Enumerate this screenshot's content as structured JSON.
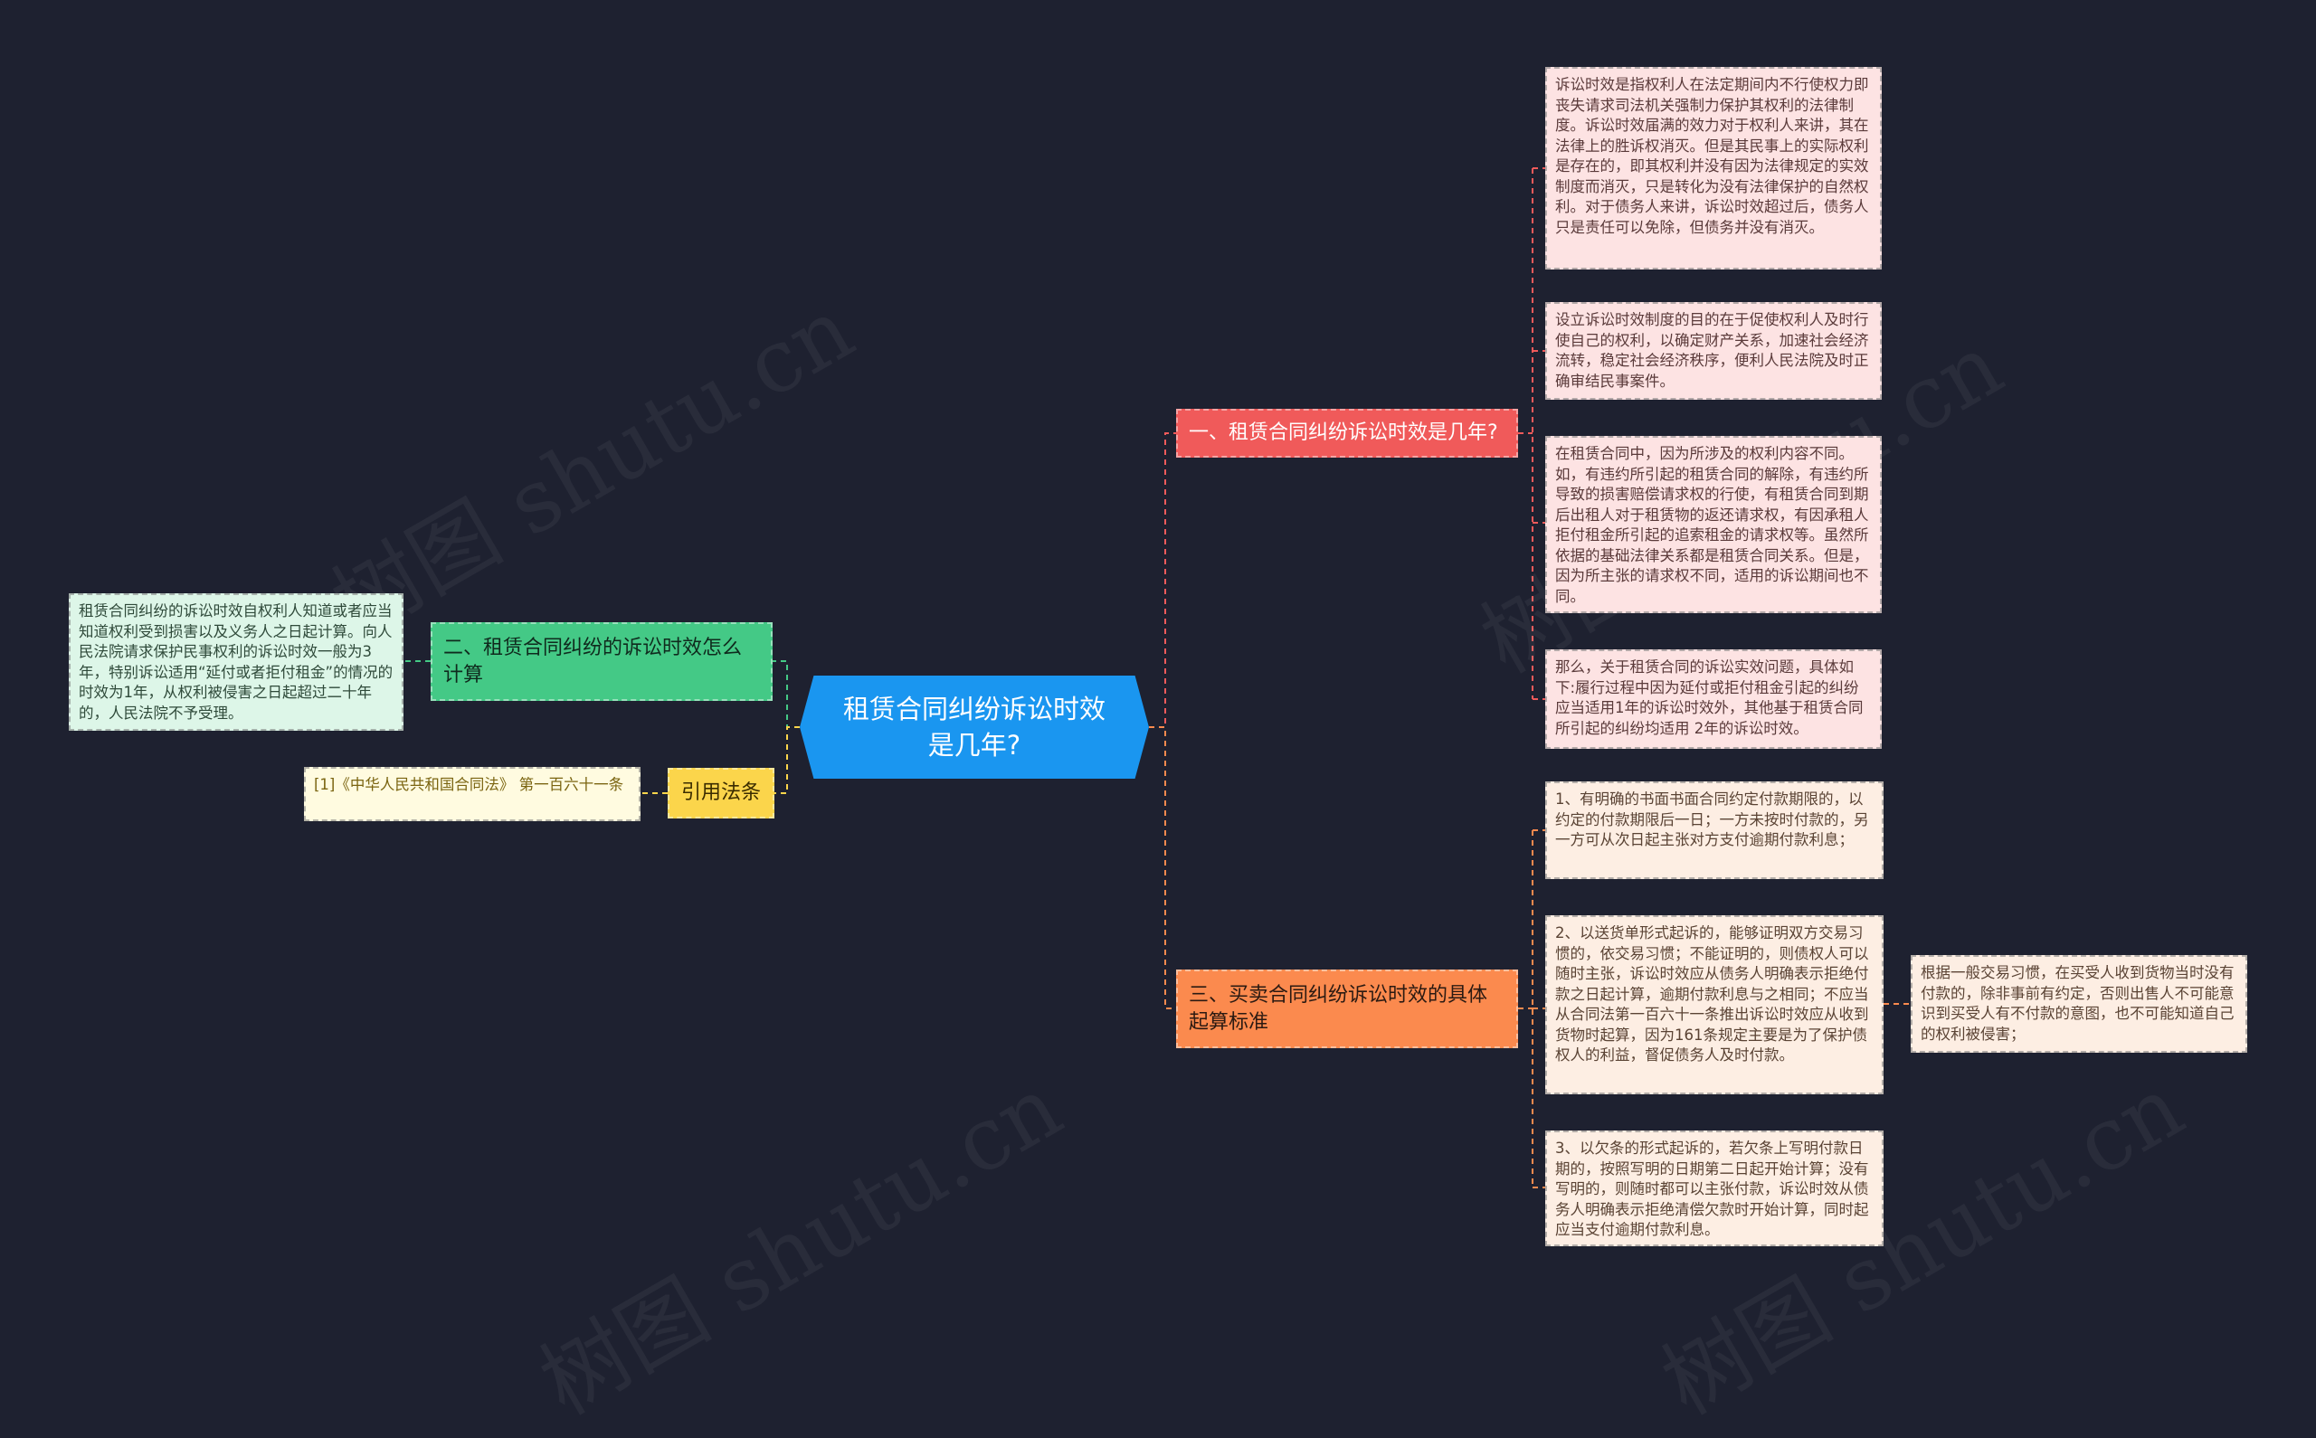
{
  "root": {
    "title": "租赁合同纠纷诉讼时效是几年?"
  },
  "branches": {
    "b1": {
      "label": "一、租赁合同纠纷诉讼时效是几年?"
    },
    "b3": {
      "label": "三、买卖合同纠纷诉讼时效的具体起算标准"
    },
    "b2": {
      "label": "二、租赁合同纠纷的诉讼时效怎么计算"
    },
    "law": {
      "label": "引用法条"
    }
  },
  "leaves": {
    "b1_1": "诉讼时效是指权利人在法定期间内不行使权力即丧失请求司法机关强制力保护其权利的法律制度。诉讼时效届满的效力对于权利人来讲，其在法律上的胜诉权消灭。但是其民事上的实际权利是存在的，即其权利并没有因为法律规定的实效制度而消灭，只是转化为没有法律保护的自然权利。对于债务人来讲，诉讼时效超过后，债务人只是责任可以免除，但债务并没有消灭。",
    "b1_2": "设立诉讼时效制度的目的在于促使权利人及时行使自己的权利，以确定财产关系，加速社会经济流转，稳定社会经济秩序，便利人民法院及时正确审结民事案件。",
    "b1_3": "在租赁合同中，因为所涉及的权利内容不同。如，有违约所引起的租赁合同的解除，有违约所导致的损害赔偿请求权的行使，有租赁合同到期后出租人对于租赁物的返还请求权，有因承租人拒付租金所引起的追索租金的请求权等。虽然所依据的基础法律关系都是租赁合同关系。但是，因为所主张的请求权不同，适用的诉讼期间也不同。",
    "b1_4": "那么，关于租赁合同的诉讼实效问题，具体如下:履行过程中因为延付或拒付租金引起的纠纷应当适用1年的诉讼时效外，其他基于租赁合同所引起的纠纷均适用 2年的诉讼时效。",
    "b3_1": "1、有明确的书面书面合同约定付款期限的，以约定的付款期限后一日；一方未按时付款的，另一方可从次日起主张对方支付逾期付款利息；",
    "b3_2": "2、以送货单形式起诉的，能够证明双方交易习惯的，依交易习惯；不能证明的，则债权人可以随时主张，诉讼时效应从债务人明确表示拒绝付款之日起计算，逾期付款利息与之相同；不应当从合同法第一百六十一条推出诉讼时效应从收到货物时起算，因为161条规定主要是为了保护债权人的利益，督促债务人及时付款。",
    "b3_2_1": "根据一般交易习惯，在买受人收到货物当时没有付款的，除非事前有约定，否则出售人不可能意识到买受人有不付款的意图，也不可能知道自己的权利被侵害；",
    "b3_3": "3、以欠条的形式起诉的，若欠条上写明付款日期的，按照写明的日期第二日起开始计算；没有写明的，则随时都可以主张付款，诉讼时效从债务人明确表示拒绝清偿欠款时开始计算，同时起应当支付逾期付款利息。",
    "b2_1": "租赁合同纠纷的诉讼时效自权利人知道或者应当知道权利受到损害以及义务人之日起计算。向人民法院请求保护民事权利的诉讼时效一般为3年，特别诉讼适用“延付或者拒付租金”的情况的时效为1年，从权利被侵害之日起超过二十年的，人民法院不予受理。",
    "law_1": "[1]《中华人民共和国合同法》 第一百六十一条"
  },
  "colors": {
    "background": "#1e2130",
    "root": "#1a96f0",
    "branch_red": "#f05a5a",
    "branch_orange": "#fb8a4e",
    "branch_green": "#44c986",
    "branch_yellow": "#fbd54b"
  }
}
